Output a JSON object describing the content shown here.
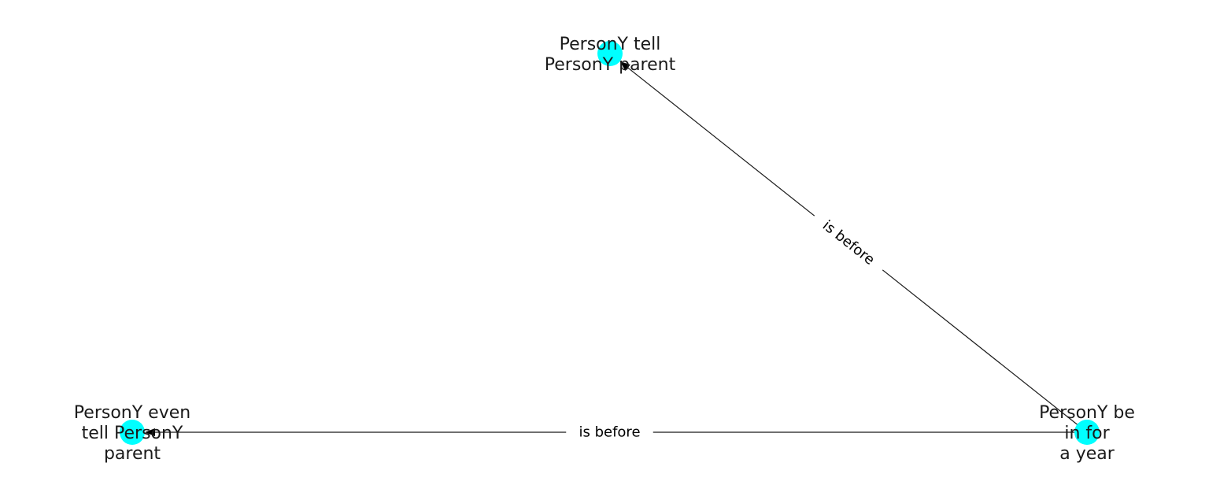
{
  "diagram": {
    "node_color": "#00ffff",
    "edge_color": "#1a1a1a",
    "nodes": [
      {
        "id": "n_top",
        "label_lines": [
          "PersonY tell",
          "PersonY parent"
        ]
      },
      {
        "id": "n_left",
        "label_lines": [
          "PersonY even",
          "tell PersonY",
          "parent"
        ]
      },
      {
        "id": "n_right",
        "label_lines": [
          "PersonY be",
          "in for",
          "a year"
        ]
      }
    ],
    "edges": [
      {
        "from": "n_right",
        "to": "n_top",
        "label": "is before"
      },
      {
        "from": "n_right",
        "to": "n_left",
        "label": "is before"
      }
    ]
  }
}
